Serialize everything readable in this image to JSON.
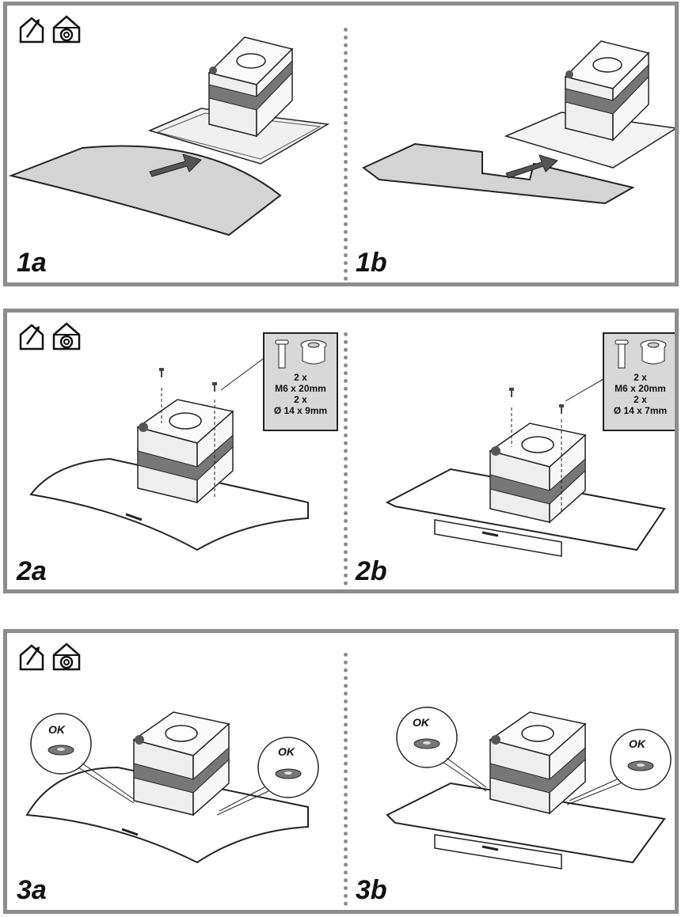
{
  "icons": [
    "extraction-house-icon",
    "recirculation-house-icon"
  ],
  "steps": {
    "s1a": "1a",
    "s1b": "1b",
    "s2a": "2a",
    "s2b": "2b",
    "s3a": "3a",
    "s3b": "3b"
  },
  "callouts": {
    "c2a": {
      "line1": "2 x",
      "line2": "M6 x 20mm",
      "line3": "2 x",
      "line4": "Ø 14 x 9mm"
    },
    "c2b": {
      "line1": "2 x",
      "line2": "M6 x 20mm",
      "line3": "2 x",
      "line4": "Ø 14 x 7mm"
    }
  },
  "ok_label": "OK"
}
